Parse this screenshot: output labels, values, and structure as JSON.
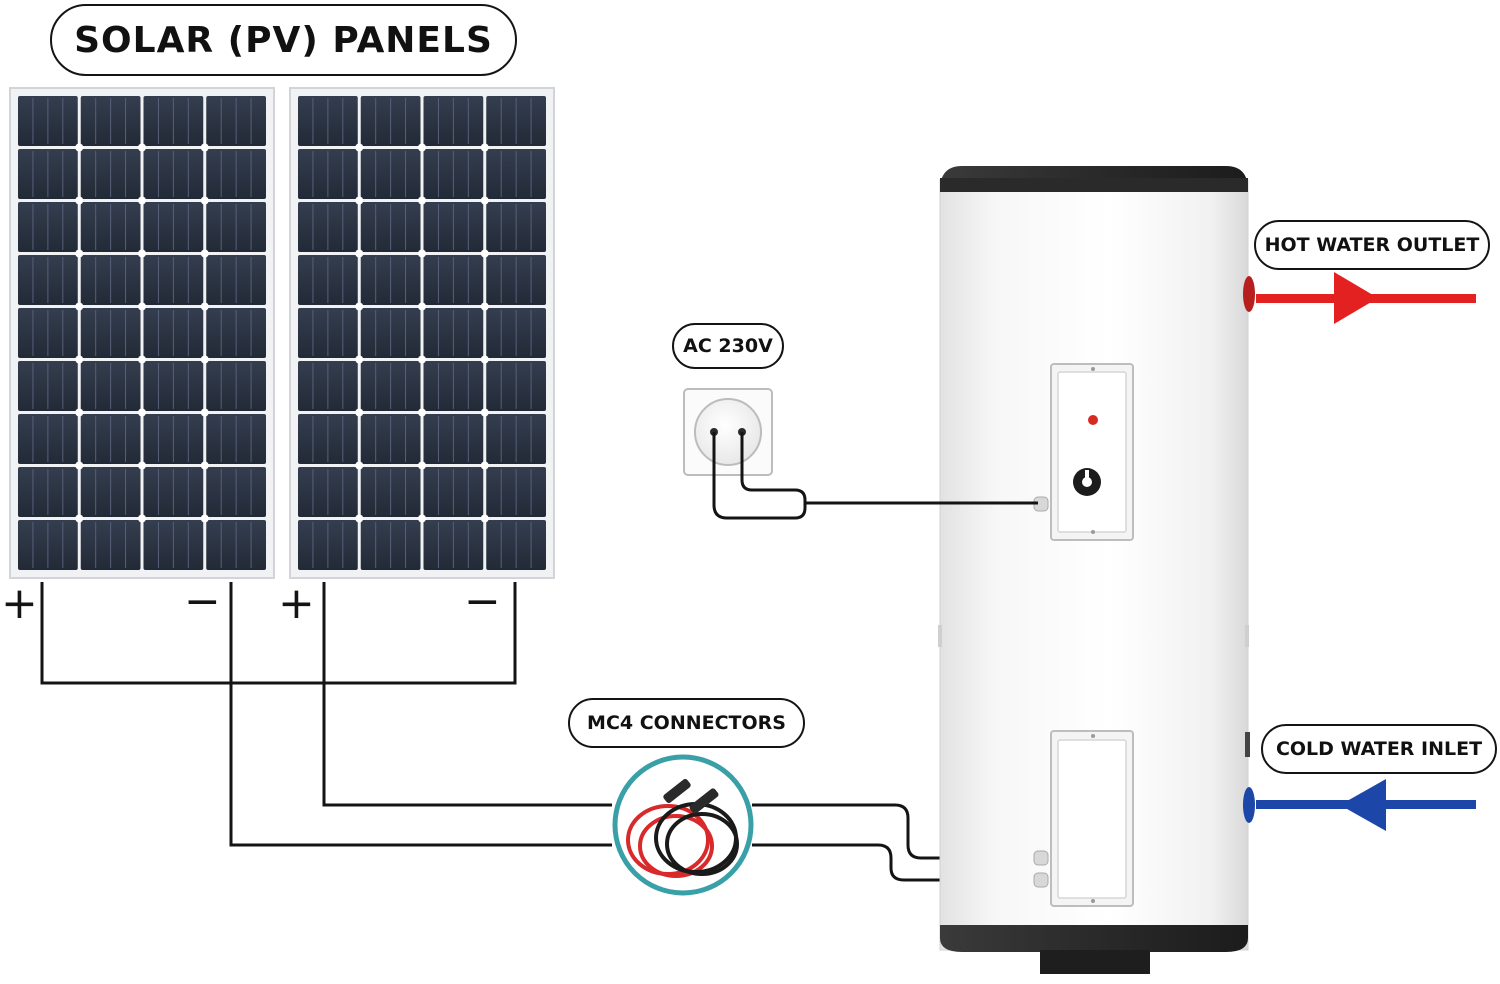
{
  "labels": {
    "solar_panels": "SOLAR (PV) PANELS",
    "ac_supply": "AC 230V",
    "hot_water_outlet": "HOT WATER OUTLET",
    "cold_water_inlet": "COLD WATER INLET",
    "mc4_connectors": "MC4 CONNECTORS"
  },
  "terminals": {
    "plus": "+",
    "minus": "−"
  },
  "colors": {
    "panel_cell": "#2b3342",
    "panel_frame": "#f1f2f4",
    "wire": "#141414",
    "hot_arrow": "#e42121",
    "cold_arrow": "#1c46a8",
    "connector_ring": "#3aa0a8"
  }
}
